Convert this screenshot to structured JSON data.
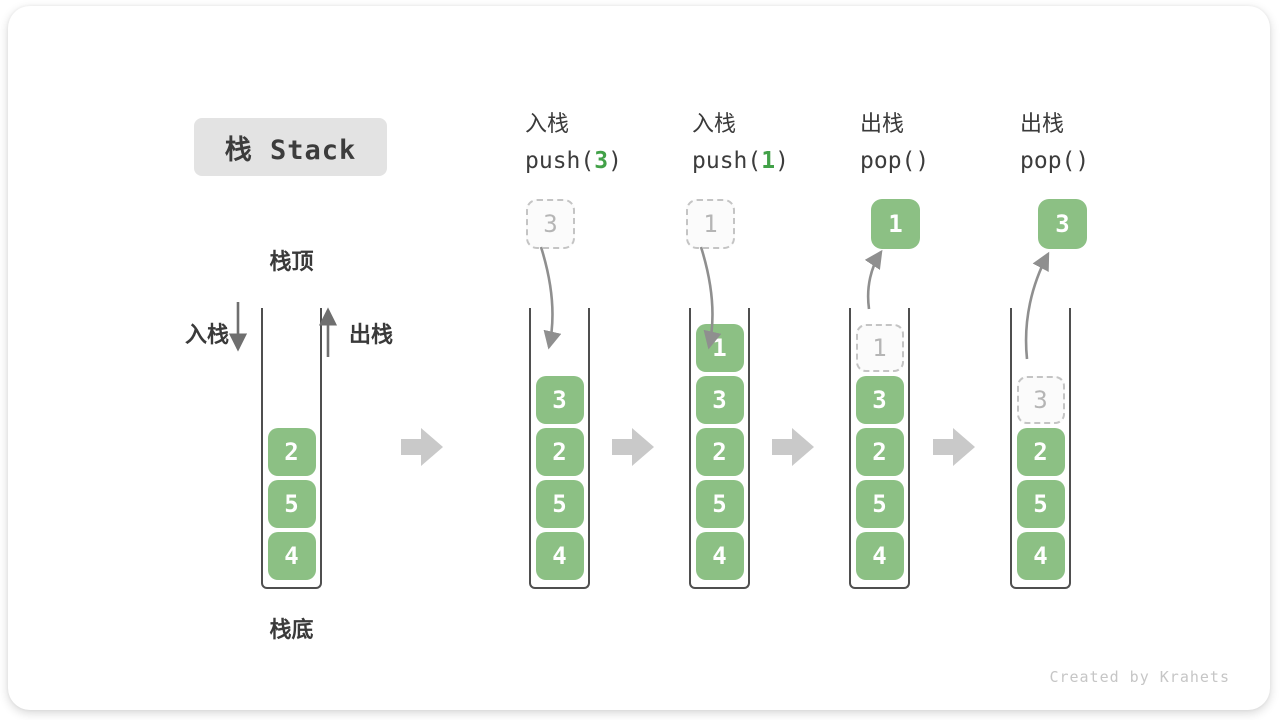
{
  "title": "栈 Stack",
  "labels": {
    "stack_top": "栈顶",
    "stack_bottom": "栈底",
    "push_side": "入栈",
    "pop_side": "出栈"
  },
  "watermark": "Created by Krahets",
  "colors": {
    "box_green": "#8cc084",
    "accent_green": "#42a148",
    "dark_text": "#3c3c3c",
    "dashed_border": "#c4c4c4",
    "dashed_text": "#b5b5b5",
    "block_arrow": "#c9c9c9",
    "curve_arrow": "#8f8f8f",
    "title_chip_bg": "#e3e3e3"
  },
  "stages": [
    {
      "name": "initial",
      "stack": [
        {
          "v": "2"
        },
        {
          "v": "5"
        },
        {
          "v": "4"
        }
      ]
    },
    {
      "name": "push-3",
      "header": {
        "label": "入栈",
        "code_pre": "push(",
        "code_arg": "3",
        "code_post": ")"
      },
      "floating": {
        "style": "dashed",
        "value": "3"
      },
      "stack": [
        {
          "v": "3"
        },
        {
          "v": "2"
        },
        {
          "v": "5"
        },
        {
          "v": "4"
        }
      ]
    },
    {
      "name": "push-1",
      "header": {
        "label": "入栈",
        "code_pre": "push(",
        "code_arg": "1",
        "code_post": ")"
      },
      "floating": {
        "style": "dashed",
        "value": "1"
      },
      "stack": [
        {
          "v": "1"
        },
        {
          "v": "3"
        },
        {
          "v": "2"
        },
        {
          "v": "5"
        },
        {
          "v": "4"
        }
      ]
    },
    {
      "name": "pop-1",
      "header": {
        "label": "出栈",
        "code_pre": "pop(",
        "code_arg": "",
        "code_post": ")"
      },
      "floating": {
        "style": "solid",
        "value": "1"
      },
      "stack": [
        {
          "v": "1",
          "dashed": true
        },
        {
          "v": "3"
        },
        {
          "v": "2"
        },
        {
          "v": "5"
        },
        {
          "v": "4"
        }
      ]
    },
    {
      "name": "pop-3",
      "header": {
        "label": "出栈",
        "code_pre": "pop(",
        "code_arg": "",
        "code_post": ")"
      },
      "floating": {
        "style": "solid",
        "value": "3"
      },
      "stack": [
        {
          "v": "3",
          "dashed": true
        },
        {
          "v": "2"
        },
        {
          "v": "5"
        },
        {
          "v": "4"
        }
      ]
    }
  ]
}
